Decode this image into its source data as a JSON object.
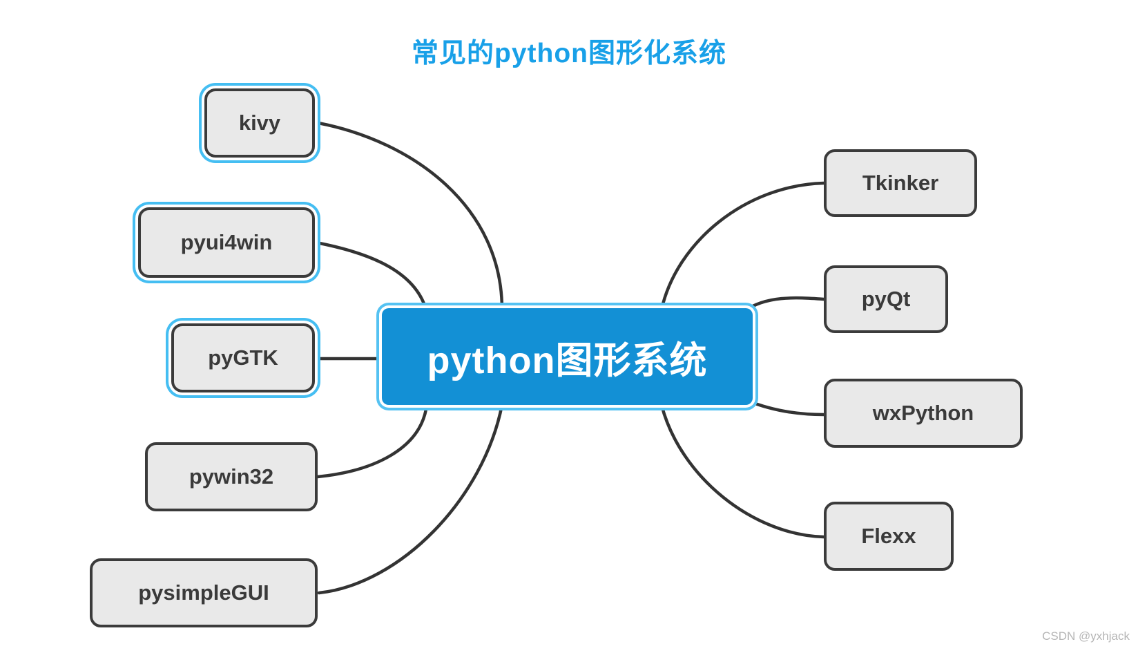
{
  "title": "常见的python图形化系统",
  "watermark": "CSDN @yxhjack",
  "center_node": {
    "label": "python图形系统",
    "selected": true
  },
  "left_nodes": [
    {
      "label": "kivy",
      "selected": true
    },
    {
      "label": "pyui4win",
      "selected": true
    },
    {
      "label": "pyGTK",
      "selected": true
    },
    {
      "label": "pywin32",
      "selected": false
    },
    {
      "label": "pysimpleGUI",
      "selected": false
    }
  ],
  "right_nodes": [
    {
      "label": "Tkinker",
      "selected": false
    },
    {
      "label": "pyQt",
      "selected": false
    },
    {
      "label": "wxPython",
      "selected": false
    },
    {
      "label": "Flexx",
      "selected": false
    }
  ],
  "colors": {
    "title_text": "#18a0e8",
    "center_fill": "#1390d5",
    "center_text": "#ffffff",
    "selection_outline": "#45bef2",
    "node_fill": "#e9e9e9",
    "node_border": "#3b3b3b",
    "node_text": "#3a3a3a",
    "edge": "#333333",
    "watermark_text": "#b5b5b5",
    "background": "#ffffff"
  }
}
